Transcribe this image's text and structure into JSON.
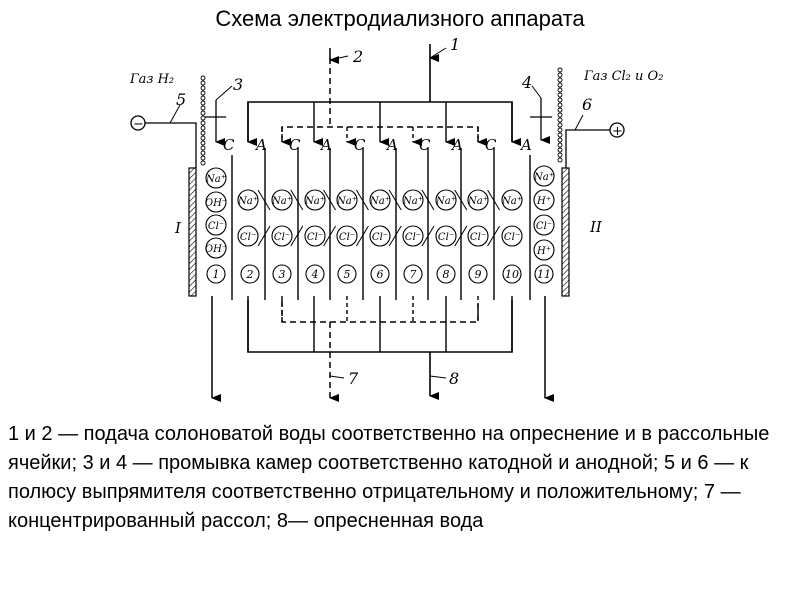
{
  "title": "Схема электродиализного аппарата",
  "callouts": [
    "1",
    "2",
    "3",
    "4",
    "5",
    "6",
    "7",
    "8"
  ],
  "gas_labels": {
    "left": "Газ H₂",
    "right": "Газ Cl₂ и O₂"
  },
  "polarity": {
    "left": "−",
    "right": "+"
  },
  "electrodes": {
    "left": "I",
    "right": "II"
  },
  "membranes": [
    "C",
    "A",
    "C",
    "A",
    "C",
    "A",
    "C",
    "A",
    "C",
    "A"
  ],
  "ions": {
    "left_column": [
      "Na⁺",
      "OH⁻",
      "Cl⁻",
      "OH⁻"
    ],
    "right_column": [
      "Na⁺",
      "H⁺",
      "Cl⁻",
      "H⁺"
    ],
    "top_row": [
      "Na⁺",
      "Na⁺",
      "Na⁺",
      "Na⁺",
      "Na⁺",
      "Na⁺",
      "Na⁺",
      "Na⁺",
      "Na⁺"
    ],
    "bottom_row": [
      "Cl⁻",
      "Cl⁻",
      "Cl⁻",
      "Cl⁻",
      "Cl⁻",
      "Cl⁻",
      "Cl⁻",
      "Cl⁻",
      "Cl⁻"
    ]
  },
  "chambers": [
    "1",
    "2",
    "3",
    "4",
    "5",
    "6",
    "7",
    "8",
    "9",
    "10",
    "11"
  ],
  "caption": "1 и 2 — подача солоноватой воды соответственно на опреснение и в рассольные ячейки; 3 и 4 — промывка камер соответственно катодной и анодной; 5 и 6 — к полюсу выпрямителя соответственно отрицательному и положительному; 7 — концентрированный рассол; 8— опресненная вода"
}
